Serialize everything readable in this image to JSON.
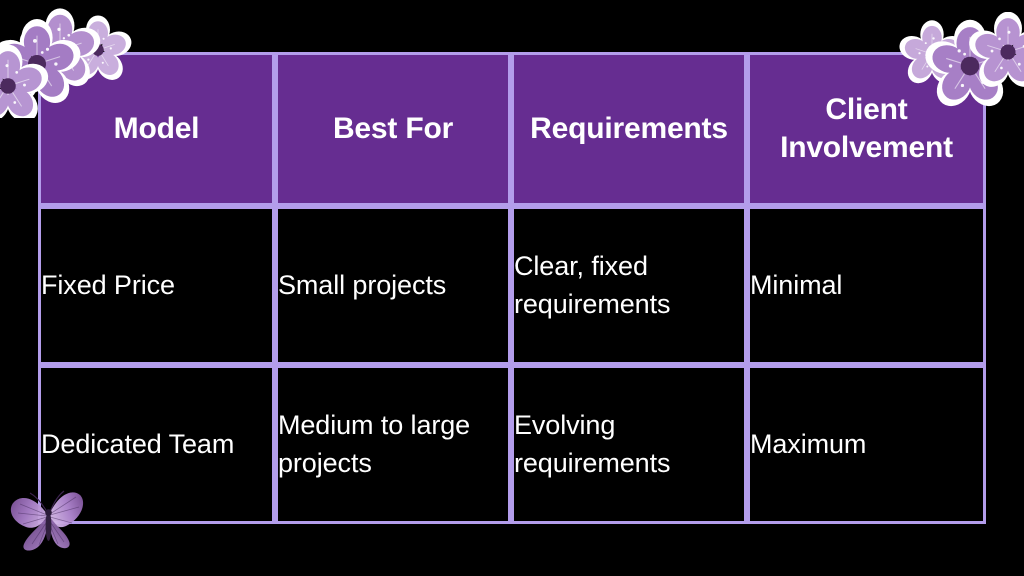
{
  "slide": {
    "background_color": "#000000",
    "accent_color": "#662d91",
    "border_color": "#b39deb",
    "text_color": "#ffffff"
  },
  "table": {
    "headers": [
      {
        "label": "Model"
      },
      {
        "label": "Best For"
      },
      {
        "label": "Requirements"
      },
      {
        "label": "Client Involvement"
      }
    ],
    "rows": [
      {
        "model": "Fixed Price",
        "best_for": "Small projects",
        "requirements": "Clear, fixed requirements",
        "client_involvement": "Minimal"
      },
      {
        "model": "Dedicated Team",
        "best_for": "Medium to large projects",
        "requirements": "Evolving requirements",
        "client_involvement": "Maximum"
      }
    ]
  },
  "decorations": {
    "top_left": "flower-cluster-icon",
    "top_right": "flower-cluster-icon",
    "bottom_left": "butterfly-icon"
  }
}
